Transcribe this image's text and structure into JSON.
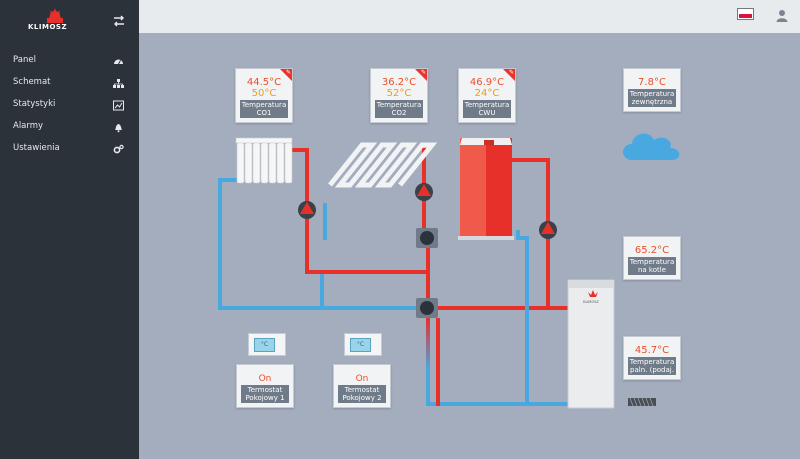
{
  "sidebar": {
    "brand": "KLIMOSZ",
    "items": [
      {
        "label": "Panel",
        "icon": "gauge-icon"
      },
      {
        "label": "Schemat",
        "icon": "sitemap-icon"
      },
      {
        "label": "Statystyki",
        "icon": "chart-icon"
      },
      {
        "label": "Alarmy",
        "icon": "bell-icon"
      },
      {
        "label": "Ustawienia",
        "icon": "cogs-icon"
      }
    ]
  },
  "schema": {
    "co1": {
      "v1": "44.5°C",
      "v2": "50°C",
      "label": "Temperatura CO1"
    },
    "co2": {
      "v1": "36.2°C",
      "v2": "52°C",
      "label": "Temperatura CO2"
    },
    "cwu": {
      "v1": "46.9°C",
      "v2": "24°C",
      "label": "Temperatura CWU"
    },
    "outside": {
      "v1": "7.8°C",
      "label": "Temperatura zewnętrzna"
    },
    "boiler": {
      "v1": "65.2°C",
      "label": "Temperatura na kotle"
    },
    "burner": {
      "v1": "45.7°C",
      "label": "Temperatura paln. (podaj."
    },
    "thermostats": [
      {
        "state": "On",
        "label": "Termostat Pokojowy 1",
        "display": "°C"
      },
      {
        "state": "On",
        "label": "Termostat Pokojowy 2",
        "display": "°C"
      }
    ],
    "boiler_brand": "KLIMOSZ"
  },
  "colors": {
    "hot": "#e8302a",
    "cold": "#4aa8e0",
    "sidebar": "#2b323a",
    "background": "#a3adbd"
  }
}
